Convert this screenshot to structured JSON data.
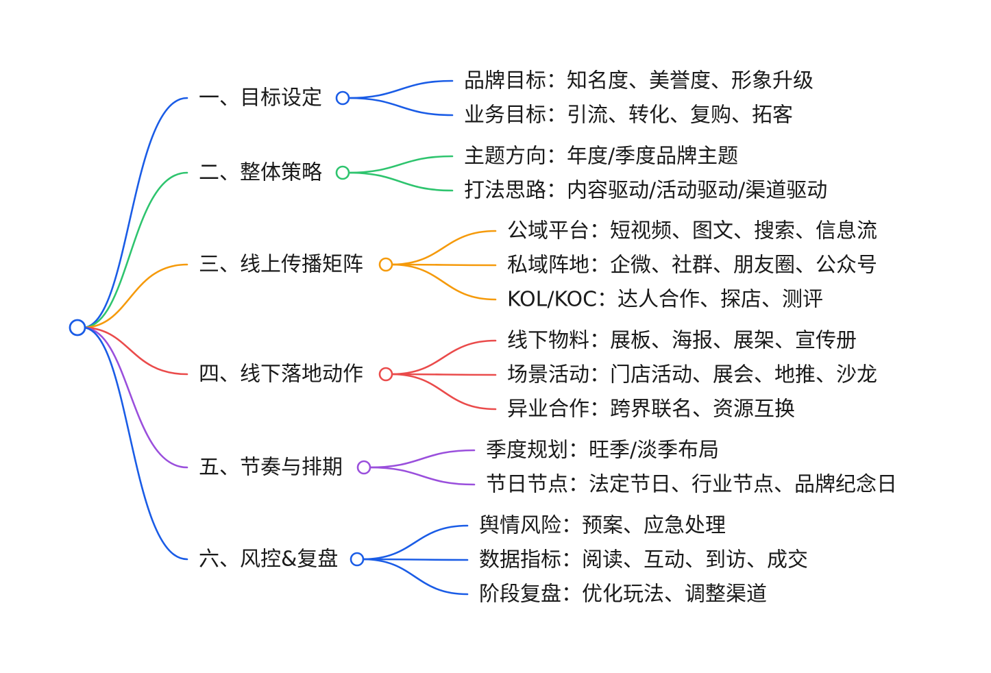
{
  "mindmap": {
    "root": {
      "label": "",
      "color": "#1a5ce6"
    },
    "branches": [
      {
        "label": "一、目标设定",
        "color": "#1a5ce6",
        "children": [
          "品牌目标：知名度、美誉度、形象升级",
          "业务目标：引流、转化、复购、拓客"
        ]
      },
      {
        "label": "二、整体策略",
        "color": "#2ec46e",
        "children": [
          "主题方向：年度/季度品牌主题",
          "打法思路：内容驱动/活动驱动/渠道驱动"
        ]
      },
      {
        "label": "三、线上传播矩阵",
        "color": "#f59a0b",
        "children": [
          "公域平台：短视频、图文、搜索、信息流",
          "私域阵地：企微、社群、朋友圈、公众号",
          "KOL/KOC：达人合作、探店、测评"
        ]
      },
      {
        "label": "四、线下落地动作",
        "color": "#ea4b4b",
        "children": [
          "线下物料：展板、海报、展架、宣传册",
          "场景活动：门店活动、展会、地推、沙龙",
          "异业合作：跨界联名、资源互换"
        ]
      },
      {
        "label": "五、节奏与排期",
        "color": "#9a4fdc",
        "children": [
          "季度规划：旺季/淡季布局",
          "节日节点：法定节日、行业节点、品牌纪念日"
        ]
      },
      {
        "label": "六、风控&复盘",
        "color": "#1a5ce6",
        "children": [
          "舆情风险：预案、应急处理",
          "数据指标：阅读、互动、到访、成交",
          "阶段复盘：优化玩法、调整渠道"
        ]
      }
    ]
  }
}
